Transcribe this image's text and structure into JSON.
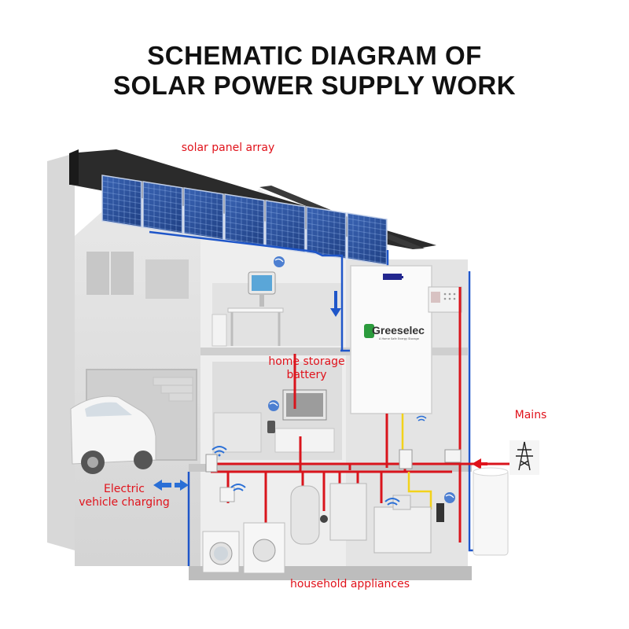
{
  "title": {
    "line1": "SCHEMATIC DIAGRAM OF",
    "line2": "SOLAR POWER SUPPLY WORK"
  },
  "labels": {
    "solar_panel": "solar panel array",
    "battery_line1": "home storage",
    "battery_line2": "battery",
    "mains": "Mains",
    "ev_line1": "Electric",
    "ev_line2": "vehicle charging",
    "appliances": "household appliances"
  },
  "brand": {
    "name": "Greeselec",
    "initial": "U",
    "tagline": "A Home Safe Energy Storage"
  },
  "colors": {
    "label_red": "#e0121b",
    "ac_line_red": "#d9141c",
    "dc_line_blue": "#1f56c9",
    "signal_yellow": "#f2d21a",
    "panel_blue": "#2a4f9a",
    "roof": "#2b2b2b"
  },
  "icons": [
    "wifi-icon",
    "globe-icon",
    "pylon-icon",
    "arrow-icon"
  ]
}
